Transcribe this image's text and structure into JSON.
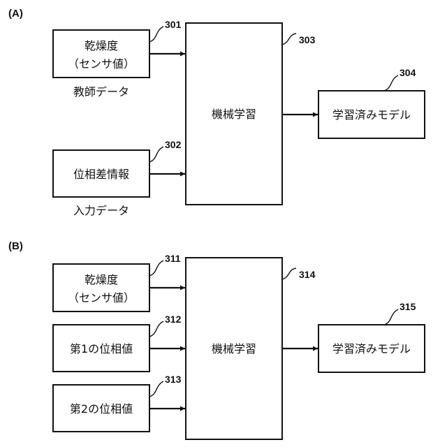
{
  "section_a": {
    "label": "(A)",
    "dryness_box": {
      "line1": "乾燥度",
      "line2": "（センサ値）",
      "ref": "301",
      "caption": "教師データ"
    },
    "phase_diff_box": {
      "text": "位相差情報",
      "ref": "302",
      "caption": "入力データ"
    },
    "ml_box": {
      "text": "機械学習",
      "ref": "303"
    },
    "model_box": {
      "text": "学習済みモデル",
      "ref": "304"
    }
  },
  "section_b": {
    "label": "(B)",
    "dryness_box": {
      "line1": "乾燥度",
      "line2": "（センサ値）",
      "ref": "311"
    },
    "phase1_box": {
      "text": "第1の位相値",
      "ref": "312"
    },
    "phase2_box": {
      "text": "第2の位相値",
      "ref": "313"
    },
    "ml_box": {
      "text": "機械学習",
      "ref": "314"
    },
    "model_box": {
      "text": "学習済みモデル",
      "ref": "315"
    }
  }
}
